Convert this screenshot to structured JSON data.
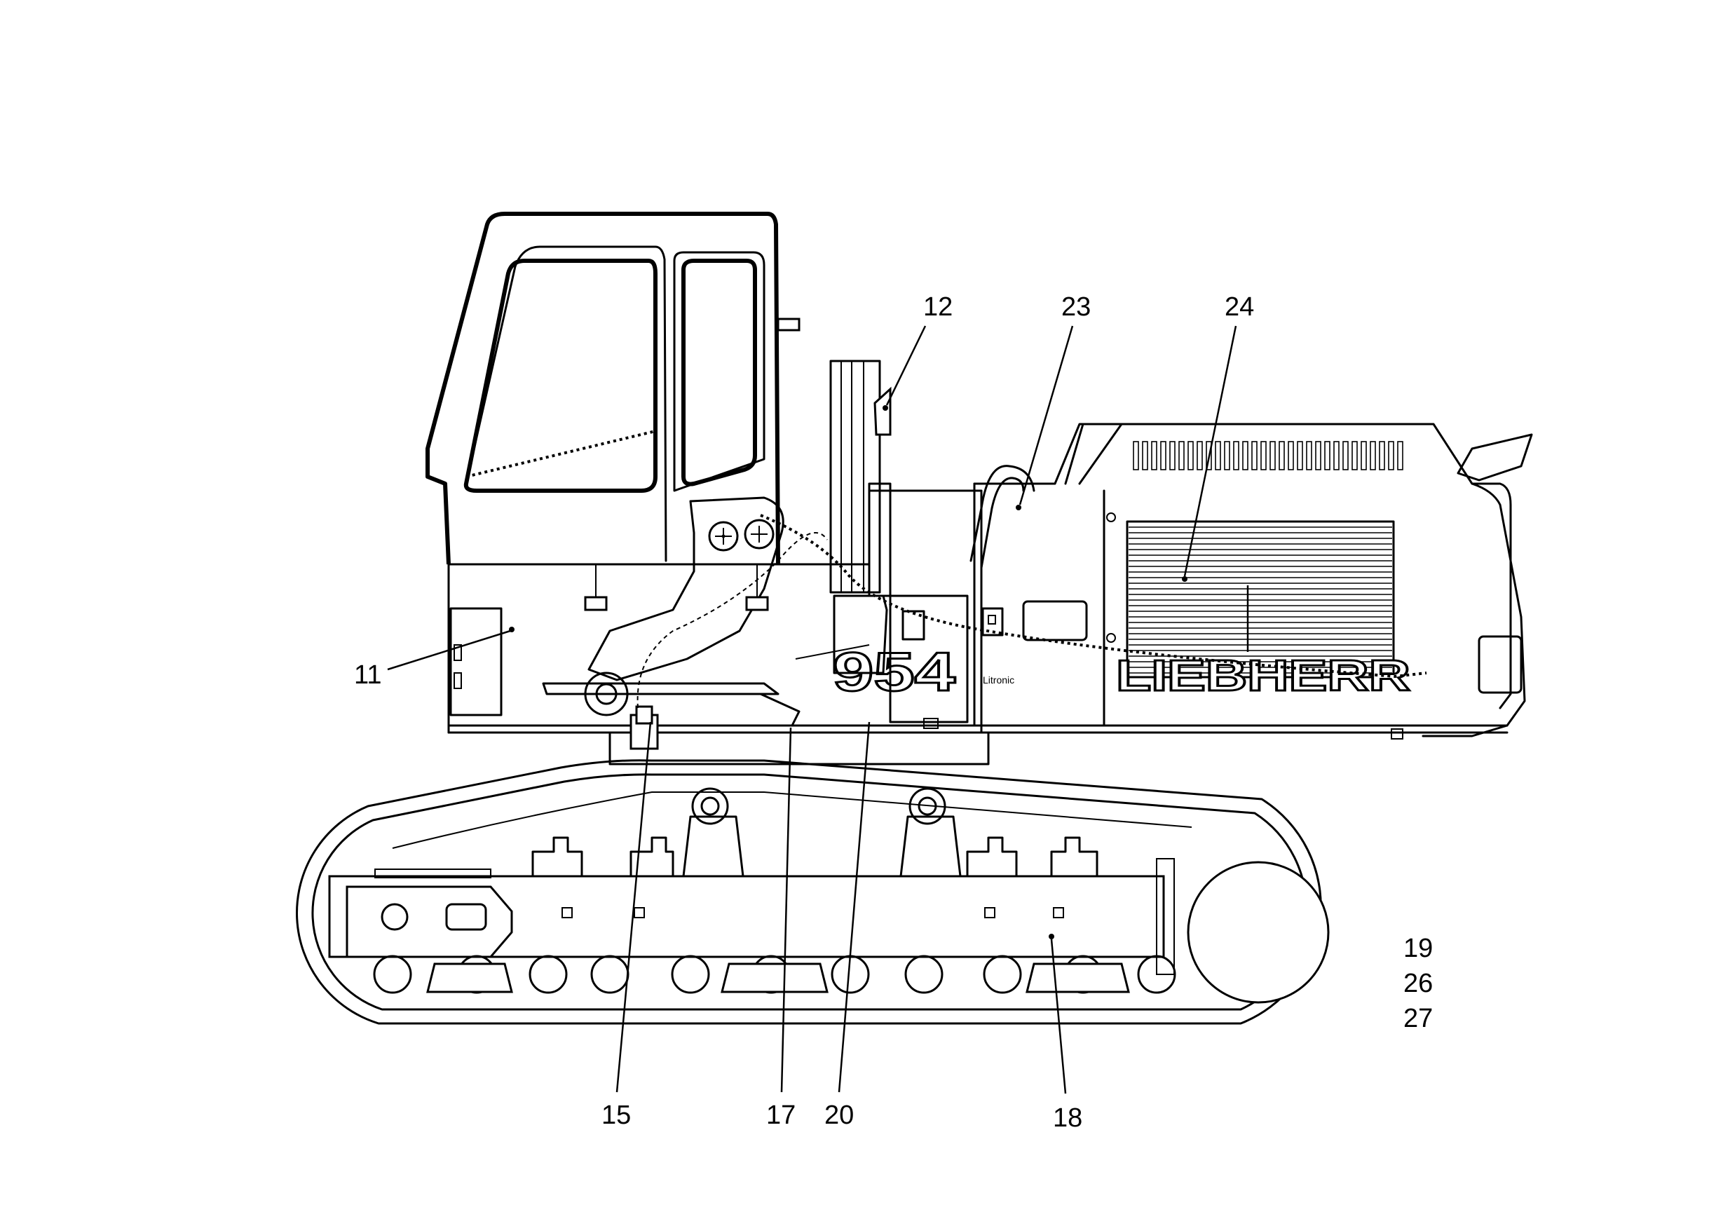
{
  "diagram": {
    "callouts": {
      "c11": "11",
      "c12": "12",
      "c15": "15",
      "c17": "17",
      "c18": "18",
      "c20": "20",
      "c23": "23",
      "c24": "24",
      "c19": "19",
      "c26": "26",
      "c27": "27"
    },
    "decals": {
      "model_number": "954",
      "brand_logo": "LIEBHERR",
      "small_badge": "Litronic"
    },
    "colors": {
      "line": "#000000",
      "background": "#ffffff"
    }
  }
}
